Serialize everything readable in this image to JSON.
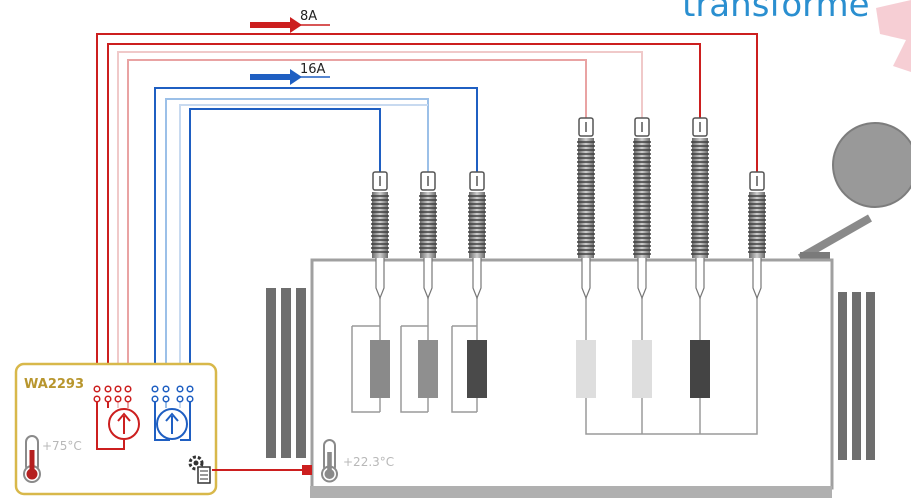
{
  "title": "transforme",
  "currents": {
    "red": "8A",
    "blue": "16A"
  },
  "device": {
    "name": "WA2293",
    "temp": "+75°C"
  },
  "transformer": {
    "temp": "+22.3°C"
  },
  "colors": {
    "red": "#cc1f1f",
    "red_light": "#e9a3a3",
    "red_pale": "#f0c9c9",
    "blue": "#1f5fc2",
    "blue_light": "#9cc0e8",
    "blue_pale": "#c8daf0",
    "device_border": "#d8b84a",
    "title": "#2a8fd0",
    "tank_border": "#a0a0a0"
  },
  "icons": [
    "thermometer-icon",
    "current-source-icon",
    "settings-gear-icon",
    "arrow-right-icon"
  ]
}
